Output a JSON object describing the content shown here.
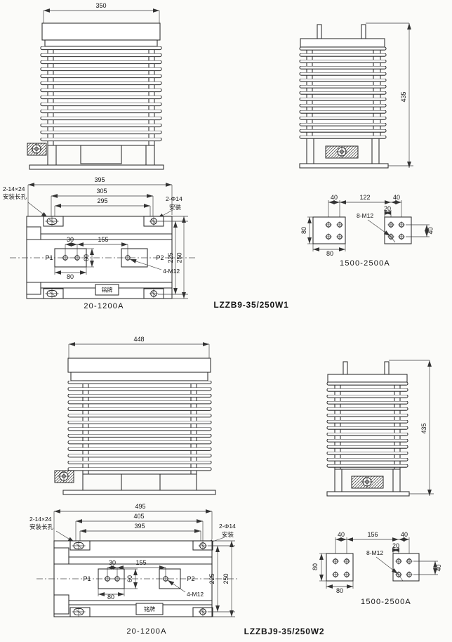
{
  "page": {
    "background": "#fbfbf9",
    "ink": "#2b2b2b"
  },
  "top": {
    "model": "LZZB9-35/250W1",
    "front": {
      "width": "350"
    },
    "side": {
      "height": "435"
    },
    "plan": {
      "caption": "20-1200A",
      "overall_width": "395",
      "mount_slot_span": "305",
      "mount_hole_span": "295",
      "pad_hole_pitch": "30",
      "pad_span": "155",
      "pad_height": "60",
      "pad_width": "80",
      "mount_depth": "225",
      "overall_depth": "250",
      "terminal_p1": "P1",
      "terminal_p2": "P2",
      "stud_note": "4-M12",
      "nameplate": "铭牌",
      "slot_note_line1": "2-14×24",
      "slot_note_line2": "安装长孔",
      "hole_note_line1": "2-Φ14",
      "hole_note_line2": "安装"
    },
    "plates": {
      "caption": "1500-2500A",
      "pitch_left": "40",
      "plate_gap": "122",
      "pitch_right": "40",
      "edge_offset": "20",
      "stud_note": "8-M12",
      "plate_height": "80",
      "plate_width": "80",
      "pitch_vertical": "40"
    }
  },
  "bottom": {
    "model": "LZZBJ9-35/250W2",
    "front": {
      "width": "448"
    },
    "side": {
      "height": "435"
    },
    "plan": {
      "caption": "20-1200A",
      "overall_width": "495",
      "mount_slot_span": "405",
      "mount_hole_span": "395",
      "pad_hole_pitch": "30",
      "pad_span": "155",
      "pad_height": "60",
      "pad_width": "80",
      "mount_depth": "225",
      "overall_depth": "250",
      "terminal_p1": "P1",
      "terminal_p2": "P2",
      "stud_note": "4-M12",
      "nameplate": "铭牌",
      "slot_note_line1": "2-14×24",
      "slot_note_line2": "安装长孔",
      "hole_note_line1": "2-Φ14",
      "hole_note_line2": "安装"
    },
    "plates": {
      "caption": "1500-2500A",
      "pitch_left": "40",
      "plate_gap": "156",
      "pitch_right": "40",
      "edge_offset": "20",
      "stud_note": "8-M12",
      "plate_height": "80",
      "plate_width": "80",
      "pitch_vertical": "40"
    }
  }
}
